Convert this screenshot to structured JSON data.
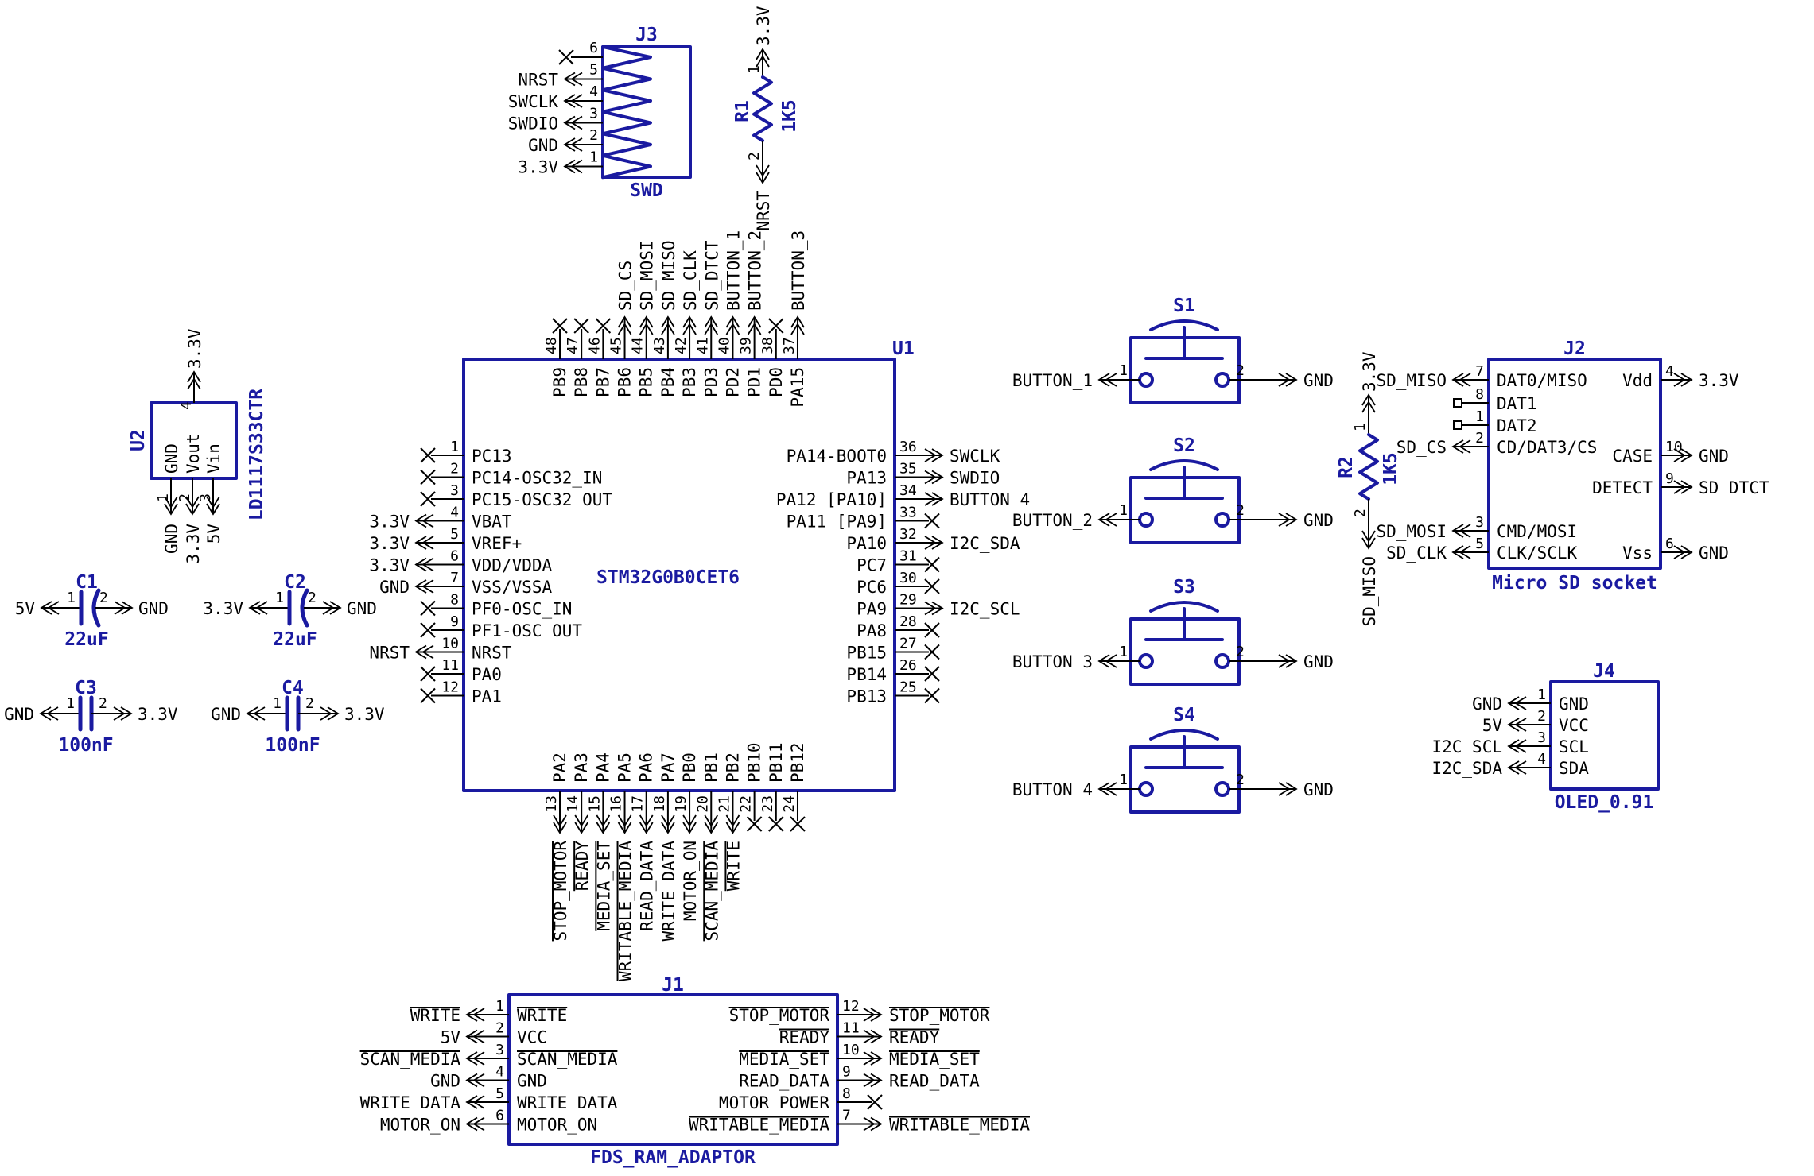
{
  "colors": {
    "symbol": "#1a1aa0",
    "ink": "#000000",
    "background": "#ffffff"
  },
  "components": {
    "j3": {
      "designator": "J3",
      "value": "SWD",
      "pins": [
        {
          "num": "6",
          "nc": true
        },
        {
          "num": "5",
          "net": "NRST"
        },
        {
          "num": "4",
          "net": "SWCLK"
        },
        {
          "num": "3",
          "net": "SWDIO"
        },
        {
          "num": "2",
          "net": "GND"
        },
        {
          "num": "1",
          "net": "3.3V"
        }
      ]
    },
    "r1": {
      "designator": "R1",
      "value": "1K5",
      "pin_top": {
        "num": "1",
        "net": "3.3V"
      },
      "pin_bottom": {
        "num": "2",
        "net": "NRST"
      }
    },
    "r2": {
      "designator": "R2",
      "value": "1K5",
      "pin_top": {
        "num": "1",
        "net": "3.3V"
      },
      "pin_bottom": {
        "num": "2",
        "net": "SD_MISO"
      }
    },
    "u2": {
      "designator": "U2",
      "value": "LD1117S33CTR",
      "pin_top": {
        "num": "4",
        "net": "3.3V"
      },
      "pins_bottom": [
        {
          "num": "1",
          "name": "GND",
          "net": "GND"
        },
        {
          "num": "2",
          "name": "Vout",
          "net": "3.3V"
        },
        {
          "num": "3",
          "name": "Vin",
          "net": "5V"
        }
      ]
    },
    "c1": {
      "designator": "C1",
      "value": "22uF",
      "polarized": true,
      "pin1": {
        "num": "1",
        "net": "5V"
      },
      "pin2": {
        "num": "2",
        "net": "GND"
      }
    },
    "c2": {
      "designator": "C2",
      "value": "22uF",
      "polarized": true,
      "pin1": {
        "num": "1",
        "net": "3.3V"
      },
      "pin2": {
        "num": "2",
        "net": "GND"
      }
    },
    "c3": {
      "designator": "C3",
      "value": "100nF",
      "polarized": false,
      "pin1": {
        "num": "1",
        "net": "GND"
      },
      "pin2": {
        "num": "2",
        "net": "3.3V"
      }
    },
    "c4": {
      "designator": "C4",
      "value": "100nF",
      "polarized": false,
      "pin1": {
        "num": "1",
        "net": "GND"
      },
      "pin2": {
        "num": "2",
        "net": "3.3V"
      }
    },
    "u1": {
      "designator": "U1",
      "value": "STM32G0B0CET6",
      "top_pins": [
        {
          "num": "48",
          "name": "PB9",
          "nc": true
        },
        {
          "num": "47",
          "name": "PB8",
          "nc": true
        },
        {
          "num": "46",
          "name": "PB7",
          "nc": true
        },
        {
          "num": "45",
          "name": "PB6",
          "net": "SD_CS"
        },
        {
          "num": "44",
          "name": "PB5",
          "net": "SD_MOSI"
        },
        {
          "num": "43",
          "name": "PB4",
          "net": "SD_MISO"
        },
        {
          "num": "42",
          "name": "PB3",
          "net": "SD_CLK"
        },
        {
          "num": "41",
          "name": "PD3",
          "net": "SD_DTCT"
        },
        {
          "num": "40",
          "name": "PD2",
          "net": "BUTTON_1"
        },
        {
          "num": "39",
          "name": "PD1",
          "net": "BUTTON_2"
        },
        {
          "num": "38",
          "name": "PD0",
          "nc": true
        },
        {
          "num": "37",
          "name": "PA15",
          "net": "BUTTON_3"
        }
      ],
      "left_pins": [
        {
          "num": "1",
          "name": "PC13",
          "nc": true
        },
        {
          "num": "2",
          "name": "PC14-OSC32_IN",
          "nc": true
        },
        {
          "num": "3",
          "name": "PC15-OSC32_OUT",
          "nc": true
        },
        {
          "num": "4",
          "name": "VBAT",
          "net": "3.3V"
        },
        {
          "num": "5",
          "name": "VREF+",
          "net": "3.3V"
        },
        {
          "num": "6",
          "name": "VDD/VDDA",
          "net": "3.3V"
        },
        {
          "num": "7",
          "name": "VSS/VSSA",
          "net": "GND"
        },
        {
          "num": "8",
          "name": "PF0-OSC_IN",
          "nc": true
        },
        {
          "num": "9",
          "name": "PF1-OSC_OUT",
          "nc": true
        },
        {
          "num": "10",
          "name": "NRST",
          "net": "NRST"
        },
        {
          "num": "11",
          "name": "PA0",
          "nc": true
        },
        {
          "num": "12",
          "name": "PA1",
          "nc": true
        }
      ],
      "right_pins": [
        {
          "num": "36",
          "name": "PA14-BOOT0",
          "net": "SWCLK"
        },
        {
          "num": "35",
          "name": "PA13",
          "net": "SWDIO"
        },
        {
          "num": "34",
          "name": "PA12 [PA10]",
          "net": "BUTTON_4"
        },
        {
          "num": "33",
          "name": "PA11 [PA9]",
          "nc": true
        },
        {
          "num": "32",
          "name": "PA10",
          "net": "I2C_SDA"
        },
        {
          "num": "31",
          "name": "PC7",
          "nc": true
        },
        {
          "num": "30",
          "name": "PC6",
          "nc": true
        },
        {
          "num": "29",
          "name": "PA9",
          "net": "I2C_SCL"
        },
        {
          "num": "28",
          "name": "PA8",
          "nc": true
        },
        {
          "num": "27",
          "name": "PB15",
          "nc": true
        },
        {
          "num": "26",
          "name": "PB14",
          "nc": true
        },
        {
          "num": "25",
          "name": "PB13",
          "nc": true
        }
      ],
      "bottom_pins": [
        {
          "num": "13",
          "name": "PA2",
          "net": {
            "text": "STOP_MOTOR",
            "bar": true
          }
        },
        {
          "num": "14",
          "name": "PA3",
          "net": {
            "text": "READY",
            "bar": true
          }
        },
        {
          "num": "15",
          "name": "PA4",
          "net": {
            "text": "MEDIA_SET",
            "bar": true
          }
        },
        {
          "num": "16",
          "name": "PA5",
          "net": {
            "text": "WRITABLE_MEDIA",
            "bar": true
          }
        },
        {
          "num": "17",
          "name": "PA6",
          "net": "READ_DATA"
        },
        {
          "num": "18",
          "name": "PA7",
          "net": "WRITE_DATA"
        },
        {
          "num": "19",
          "name": "PB0",
          "net": "MOTOR_ON"
        },
        {
          "num": "20",
          "name": "PB1",
          "net": {
            "text": "SCAN_MEDIA",
            "bar": true
          }
        },
        {
          "num": "21",
          "name": "PB2",
          "net": {
            "text": "WRITE",
            "bar": true
          }
        },
        {
          "num": "22",
          "name": "PB10",
          "nc": true
        },
        {
          "num": "23",
          "name": "PB11",
          "nc": true
        },
        {
          "num": "24",
          "name": "PB12",
          "nc": true
        }
      ]
    },
    "s1": {
      "designator": "S1",
      "pin1": {
        "num": "1",
        "net": "BUTTON_1"
      },
      "pin2": {
        "num": "2",
        "net": "GND"
      }
    },
    "s2": {
      "designator": "S2",
      "pin1": {
        "num": "1",
        "net": "BUTTON_2"
      },
      "pin2": {
        "num": "2",
        "net": "GND"
      }
    },
    "s3": {
      "designator": "S3",
      "pin1": {
        "num": "1",
        "net": "BUTTON_3"
      },
      "pin2": {
        "num": "2",
        "net": "GND"
      }
    },
    "s4": {
      "designator": "S4",
      "pin1": {
        "num": "1",
        "net": "BUTTON_4"
      },
      "pin2": {
        "num": "2",
        "net": "GND"
      }
    },
    "j2": {
      "designator": "J2",
      "value": "Micro SD socket",
      "left_pins": [
        {
          "num": "7",
          "name": "DAT0/MISO",
          "net": "SD_MISO"
        },
        {
          "num": "8",
          "name": "DAT1",
          "stub": true
        },
        {
          "num": "1",
          "name": "DAT2",
          "stub": true
        },
        {
          "num": "2",
          "name": "CD/DAT3/CS",
          "net": "SD_CS"
        },
        {
          "num": "3",
          "name": "CMD/MOSI",
          "net": "SD_MOSI"
        },
        {
          "num": "5",
          "name": "CLK/SCLK",
          "net": "SD_CLK"
        }
      ],
      "right_pins": [
        {
          "num": "4",
          "name": "Vdd",
          "net": "3.3V"
        },
        {
          "num": "10",
          "name": "CASE",
          "net": "GND"
        },
        {
          "num": "9",
          "name": "DETECT",
          "net": "SD_DTCT"
        },
        {
          "num": "6",
          "name": "Vss",
          "net": "GND"
        }
      ]
    },
    "j4": {
      "designator": "J4",
      "value": "OLED_0.91",
      "left_pins": [
        {
          "num": "1",
          "name": "GND",
          "net": "GND"
        },
        {
          "num": "2",
          "name": "VCC",
          "net": "5V"
        },
        {
          "num": "3",
          "name": "SCL",
          "net": "I2C_SCL"
        },
        {
          "num": "4",
          "name": "SDA",
          "net": "I2C_SDA"
        }
      ]
    },
    "j1": {
      "designator": "J1",
      "value": "FDS_RAM_ADAPTOR",
      "left_pins": [
        {
          "num": "1",
          "name": {
            "text": "WRITE",
            "bar": true
          },
          "net": {
            "text": "WRITE",
            "bar": true
          }
        },
        {
          "num": "2",
          "name": "VCC",
          "net": "5V"
        },
        {
          "num": "3",
          "name": {
            "text": "SCAN_MEDIA",
            "bar": true
          },
          "net": {
            "text": "SCAN_MEDIA",
            "bar": true
          }
        },
        {
          "num": "4",
          "name": "GND",
          "net": "GND"
        },
        {
          "num": "5",
          "name": "WRITE_DATA",
          "net": "WRITE_DATA"
        },
        {
          "num": "6",
          "name": "MOTOR_ON",
          "net": "MOTOR_ON"
        }
      ],
      "right_pins": [
        {
          "num": "12",
          "name": {
            "text": "STOP_MOTOR",
            "bar": true
          },
          "net": {
            "text": "STOP_MOTOR",
            "bar": true
          }
        },
        {
          "num": "11",
          "name": {
            "text": "READY",
            "bar": true
          },
          "net": {
            "text": "READY",
            "bar": true
          }
        },
        {
          "num": "10",
          "name": {
            "text": "MEDIA_SET",
            "bar": true
          },
          "net": {
            "text": "MEDIA_SET",
            "bar": true
          }
        },
        {
          "num": "9",
          "name": "READ_DATA",
          "net": "READ_DATA"
        },
        {
          "num": "8",
          "name": "MOTOR_POWER",
          "nc": true
        },
        {
          "num": "7",
          "name": {
            "text": "WRITABLE_MEDIA",
            "bar": true
          },
          "net": {
            "text": "WRITABLE_MEDIA",
            "bar": true
          }
        }
      ]
    }
  }
}
